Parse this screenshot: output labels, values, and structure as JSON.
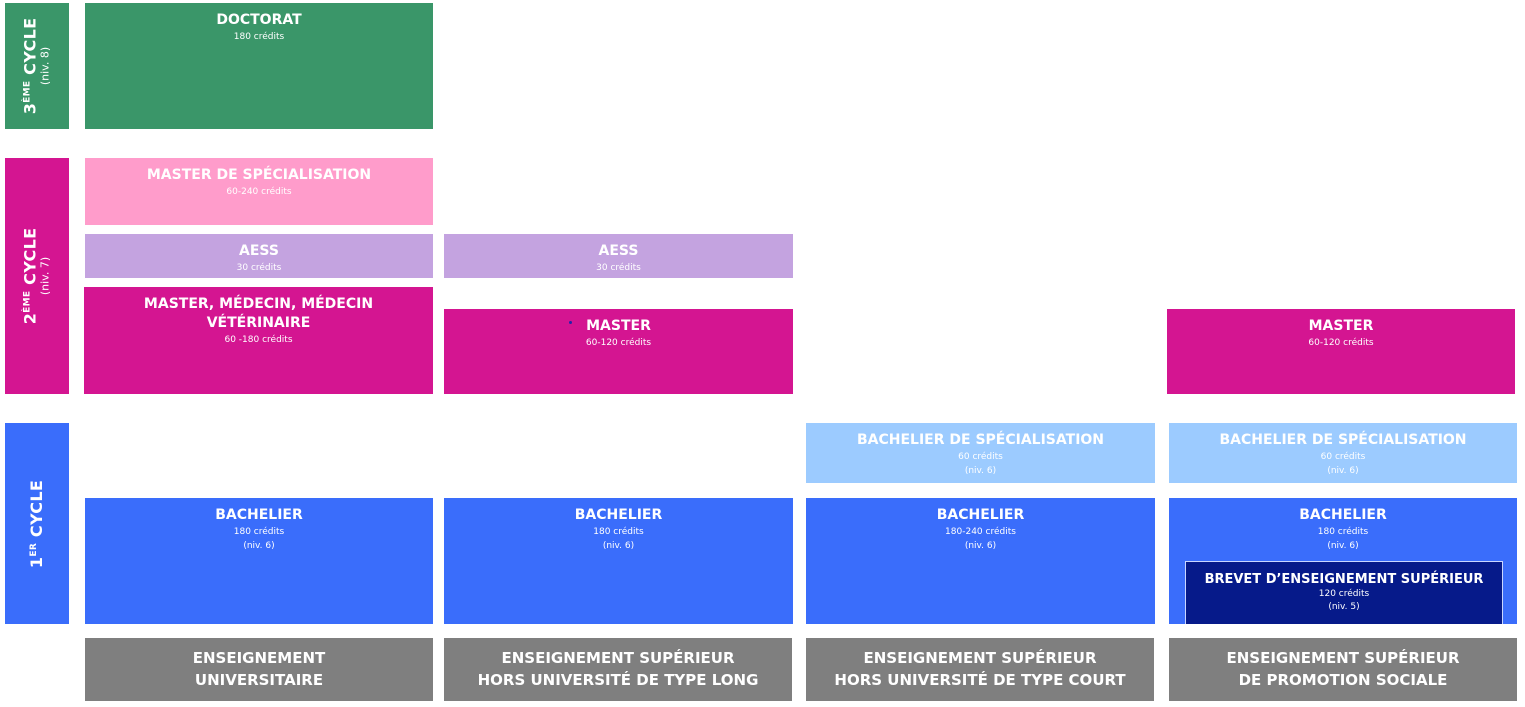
{
  "colors": {
    "doctorat": "#3a9669",
    "cycle2": "#d41591",
    "master_specialisation": "#ff9ccb",
    "aess": "#c4a3e0",
    "cycle1": "#3a6dfb",
    "bachelier_specialisation": "#9ccbff",
    "brevet": "#061a8a",
    "footer": "#7f7f7f"
  },
  "cycles": {
    "third": {
      "ord": "3",
      "sup": "ÈME",
      "label": "CYCLE",
      "niv": "(niv. 8)"
    },
    "second": {
      "ord": "2",
      "sup": "ÈME",
      "label": "CYCLE",
      "niv": "(niv. 7)"
    },
    "first": {
      "ord": "1",
      "sup": "ER",
      "label": "CYCLE"
    }
  },
  "boxes": {
    "doctorat": {
      "title": "DOCTORAT",
      "credits": "180 crédits"
    },
    "master_specialisation": {
      "title": "MASTER DE SPÉCIALISATION",
      "credits": "60-240 crédits"
    },
    "aess_univ": {
      "title": "AESS",
      "credits": "30 crédits"
    },
    "aess_long": {
      "title": "AESS",
      "credits": "30 crédits"
    },
    "master_univ": {
      "title_line1": "MASTER, MÉDECIN, MÉDECIN",
      "title_line2": "VÉTÉRINAIRE",
      "credits": "60 -180 crédits"
    },
    "master_long": {
      "title": "MASTER",
      "credits": "60-120 crédits"
    },
    "master_promo": {
      "title": "MASTER",
      "credits": "60-120 crédits"
    },
    "bach_spec_court": {
      "title": "BACHELIER DE SPÉCIALISATION",
      "credits": "60 crédits",
      "niv": "(niv. 6)"
    },
    "bach_spec_promo": {
      "title": "BACHELIER DE SPÉCIALISATION",
      "credits": "60 crédits",
      "niv": "(niv. 6)"
    },
    "bach_univ": {
      "title": "BACHELIER",
      "credits": "180 crédits",
      "niv": "(niv. 6)"
    },
    "bach_long": {
      "title": "BACHELIER",
      "credits": "180 crédits",
      "niv": "(niv. 6)"
    },
    "bach_court": {
      "title": "BACHELIER",
      "credits": "180-240 crédits",
      "niv": "(niv. 6)"
    },
    "bach_promo": {
      "title": "BACHELIER",
      "credits": "180 crédits",
      "niv": "(niv. 6)"
    },
    "brevet": {
      "title": "BREVET D’ENSEIGNEMENT SUPÉRIEUR",
      "credits": "120 crédits",
      "niv": "(niv. 5)"
    }
  },
  "footers": [
    {
      "line1": "ENSEIGNEMENT",
      "line2": "UNIVERSITAIRE"
    },
    {
      "line1": "ENSEIGNEMENT SUPÉRIEUR",
      "line2": "HORS UNIVERSITÉ DE TYPE LONG"
    },
    {
      "line1": "ENSEIGNEMENT SUPÉRIEUR",
      "line2": "HORS UNIVERSITÉ DE TYPE COURT"
    },
    {
      "line1": "ENSEIGNEMENT SUPÉRIEUR",
      "line2": "DE PROMOTION SOCIALE"
    }
  ]
}
